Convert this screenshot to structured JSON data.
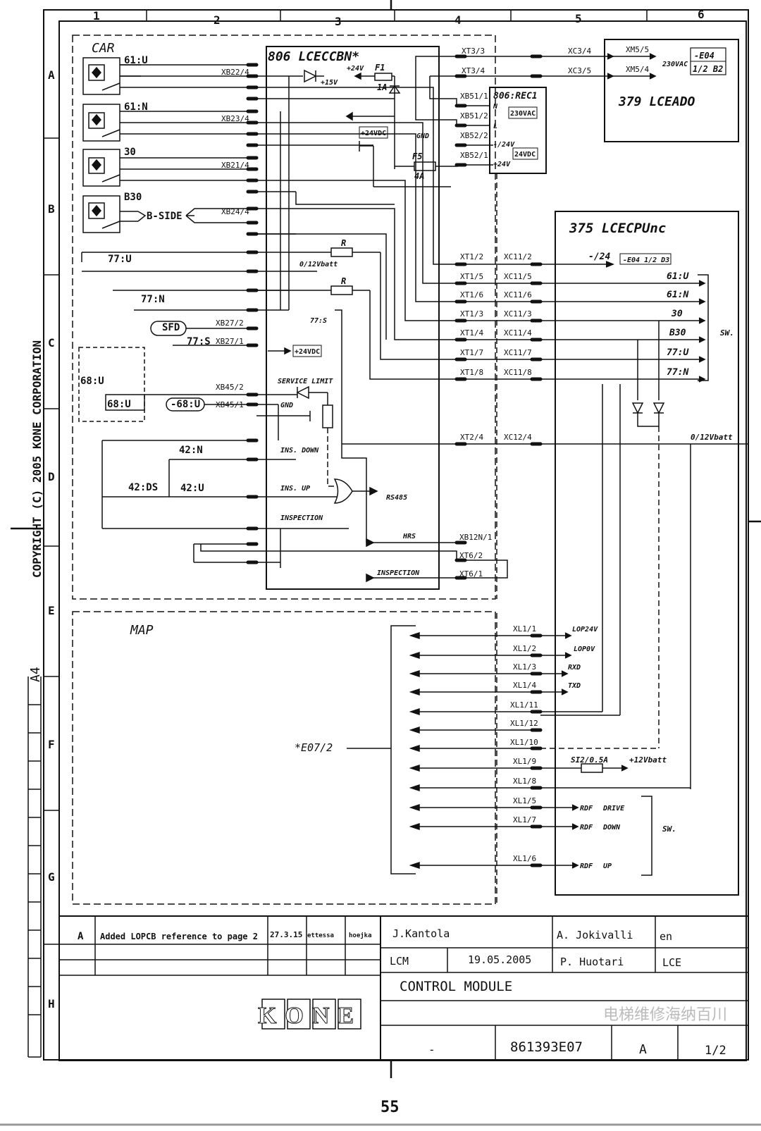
{
  "frame": {
    "cols": [
      "1",
      "2",
      "3",
      "4",
      "5",
      "6"
    ],
    "rows": [
      "A",
      "B",
      "C",
      "D",
      "E",
      "F",
      "G",
      "H"
    ],
    "copyright": "COPYRIGHT (C) 2005 KONE CORPORATION",
    "paper_size": "A4",
    "page_number": "55"
  },
  "blocks": {
    "car": "CAR",
    "lceccbn": "806  LCECCBN*",
    "rec1": "806:REC1",
    "lceado": "379 LCEADO",
    "lcecpu": "375  LCECPUnc",
    "map": "MAP",
    "map_ref": "*E07/2"
  },
  "switches": [
    "61:U",
    "61:N",
    "30",
    "B30",
    "B-SIDE",
    "77:U",
    "77:N",
    "SFD",
    "77:S",
    "68:U",
    "68:U",
    "-68:U",
    "42:N",
    "42:DS",
    "42:U"
  ],
  "connectors_left": [
    "XB22/4",
    "XB23/4",
    "XB21/4",
    "XB24/4",
    "XB27/2",
    "XB27/1",
    "XB45/2",
    "XB45/1"
  ],
  "connectors_mid": [
    "XT3/3",
    "XT3/4",
    "XB51/1",
    "XB51/2",
    "XB52/2",
    "XB52/1",
    "XT1/2",
    "XT1/5",
    "XT1/6",
    "XT1/3",
    "XT1/4",
    "XT1/7",
    "XT1/8",
    "XT2/4",
    "XB12N/1",
    "XT6/2",
    "XT6/1"
  ],
  "connectors_right": [
    "XC3/4",
    "XC3/5",
    "XM5/5",
    "XM5/4",
    "XC11/2",
    "XC11/5",
    "XC11/6",
    "XC11/3",
    "XC11/4",
    "XC11/7",
    "XC11/8",
    "XC12/4"
  ],
  "connectors_map": [
    "XL1/1",
    "XL1/2",
    "XL1/3",
    "XL1/4",
    "XL1/11",
    "XL1/12",
    "XL1/10",
    "XL1/9",
    "XL1/8",
    "XL1/5",
    "XL1/7",
    "XL1/6"
  ],
  "signals": {
    "cpu": [
      "-/24",
      "61:U",
      "61:N",
      "30",
      "B30",
      "77:U",
      "77:N",
      "0/12Vbatt",
      "SW."
    ],
    "cpu_ref": "-E04 1/2 D3",
    "map": [
      "LOP24V",
      "LOP0V",
      "RXD",
      "TXD",
      "RDF",
      "DRIVE",
      "RDF",
      "DOWN",
      "RDF",
      "UP",
      "SW."
    ],
    "fuse_si2": "SI2/0.5A",
    "batt12": "+12Vbatt"
  },
  "labels": {
    "p24v": "+24V",
    "p15v": "+15V",
    "f1": "F1",
    "f1a": "1A",
    "f5": "F5",
    "f5a": "4A",
    "p24vdc": "+24VDC",
    "gnd": "GND",
    "n": "N",
    "l": "L",
    "m24v": "-/24V",
    "p24v2": "+24V",
    "vac230": "230VAC",
    "vdc24": "24VDC",
    "r": "R",
    "vbatt": "0/12Vbatt",
    "s77": "77:S",
    "p24vdc2": "+24VDC",
    "service": "SERVICE LIMIT",
    "gnd2": "GND",
    "insdown": "INS. DOWN",
    "insup": "INS. UP",
    "rs485": "RS485",
    "inspection": "INSPECTION",
    "hrs": "HRS",
    "inspection2": "INSPECTION",
    "vac230b": "230VAC",
    "e04": "-E04",
    "e04b": "1/2 B2"
  },
  "title_block": {
    "rev": "A",
    "rev_text": "Added LOPCB reference to page 2",
    "rev_date": "27.3.15",
    "rev_by": "ettessa",
    "rev_chk": "hoejka",
    "drawn": "J.Kantola",
    "checked": "A. Jokivalli",
    "lang": "en",
    "project": "LCM",
    "date": "19.05.2005",
    "approved": "P. Huotari",
    "product": "LCE",
    "title": "CONTROL MODULE",
    "logo": "KONE",
    "dash": "-",
    "doc_no": "861393E07",
    "doc_rev": "A",
    "sheet": "1/2"
  },
  "watermark": "电梯维修海纳百川"
}
